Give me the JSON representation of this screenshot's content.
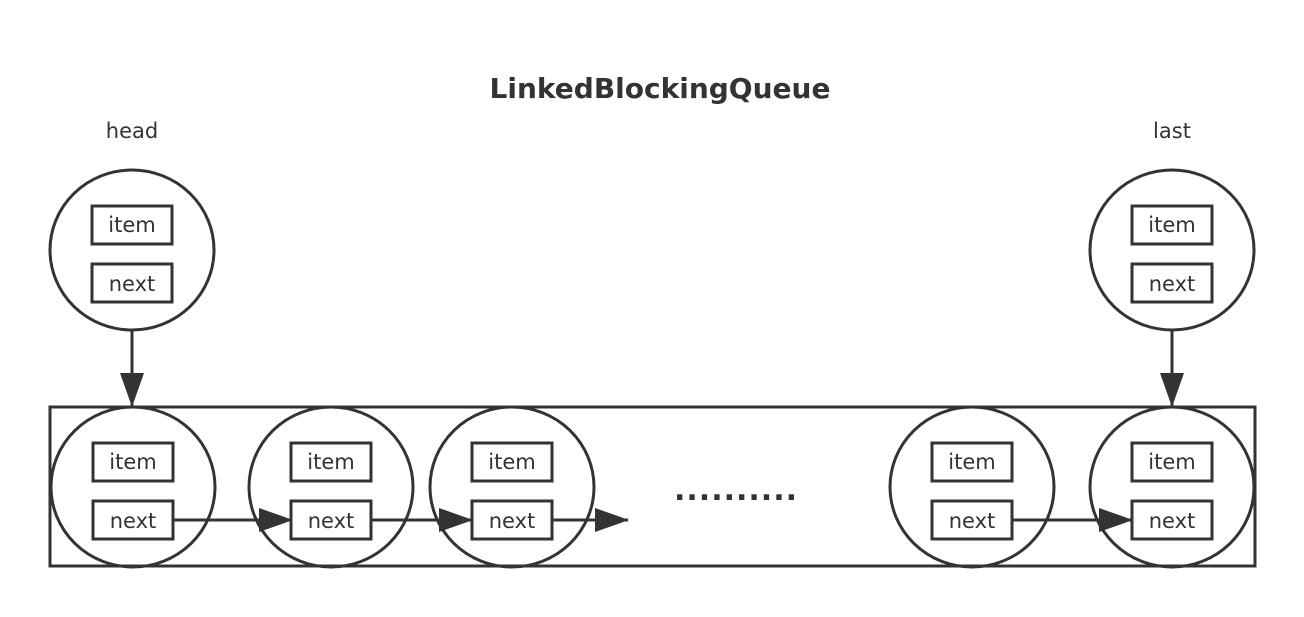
{
  "title": "LinkedBlockingQueue",
  "pointers": {
    "head": "head",
    "last": "last"
  },
  "node": {
    "item": "item",
    "next": "next"
  },
  "ellipsis": "..........",
  "colors": {
    "stroke": "#333333",
    "background": "#ffffff"
  }
}
